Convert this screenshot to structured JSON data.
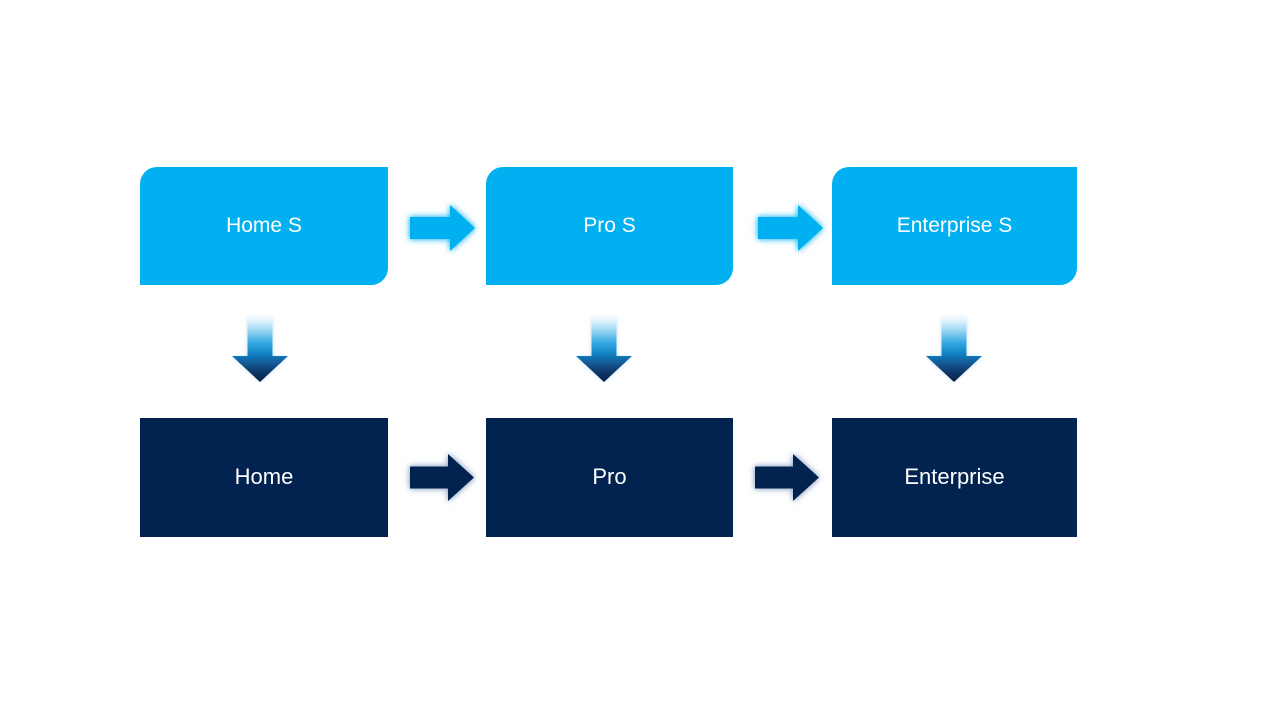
{
  "diagram": {
    "background_color": "#FFFFFF",
    "colors": {
      "background": "#FFFFFF",
      "light_blue": "#00B0F0",
      "dark_navy": "#02234F",
      "label_text": "#FFFFFF"
    },
    "top_row": [
      {
        "label": "Home S"
      },
      {
        "label": "Pro S"
      },
      {
        "label": "Enterprise S"
      }
    ],
    "bottom_row": [
      {
        "label": "Home"
      },
      {
        "label": "Pro"
      },
      {
        "label": "Enterprise"
      }
    ]
  }
}
